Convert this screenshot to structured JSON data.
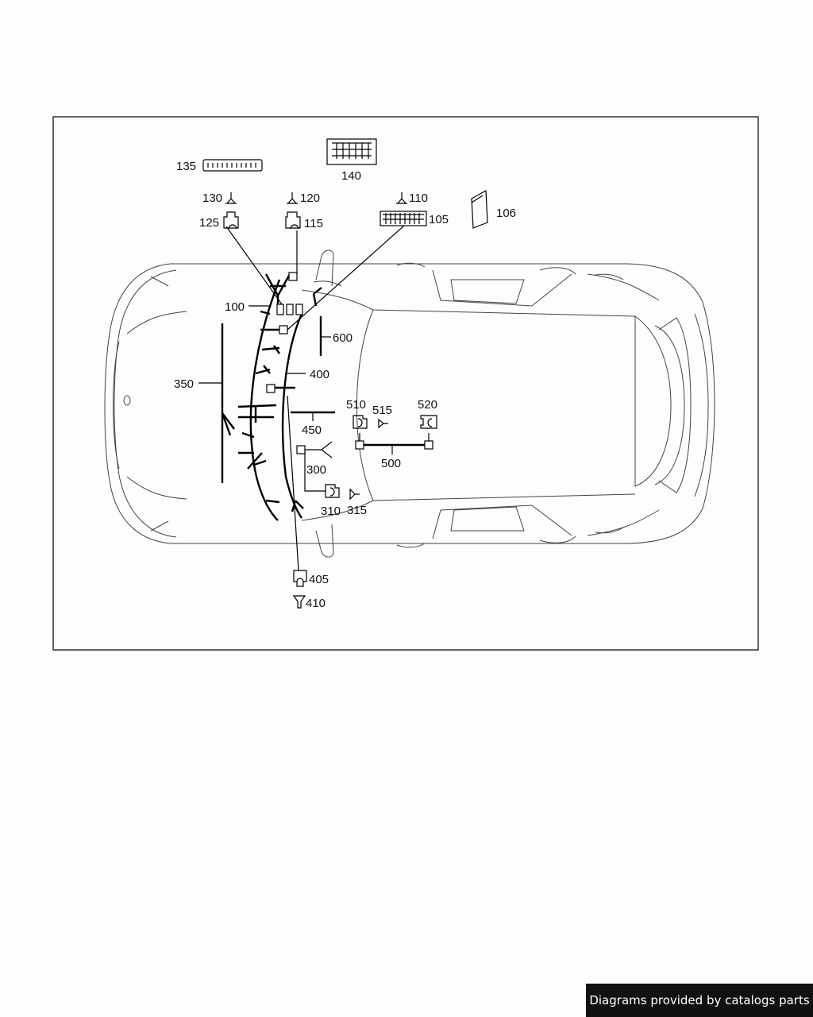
{
  "parts": {
    "p100": "100",
    "p105": "105",
    "p106": "106",
    "p110": "110",
    "p115": "115",
    "p120": "120",
    "p125": "125",
    "p130": "130",
    "p135": "135",
    "p140": "140",
    "p300": "300",
    "p310": "310",
    "p315": "315",
    "p350": "350",
    "p400": "400",
    "p405": "405",
    "p410": "410",
    "p450": "450",
    "p500": "500",
    "p510": "510",
    "p515": "515",
    "p520": "520",
    "p600": "600"
  },
  "footer": {
    "credit": "Diagrams provided by catalogs parts"
  }
}
